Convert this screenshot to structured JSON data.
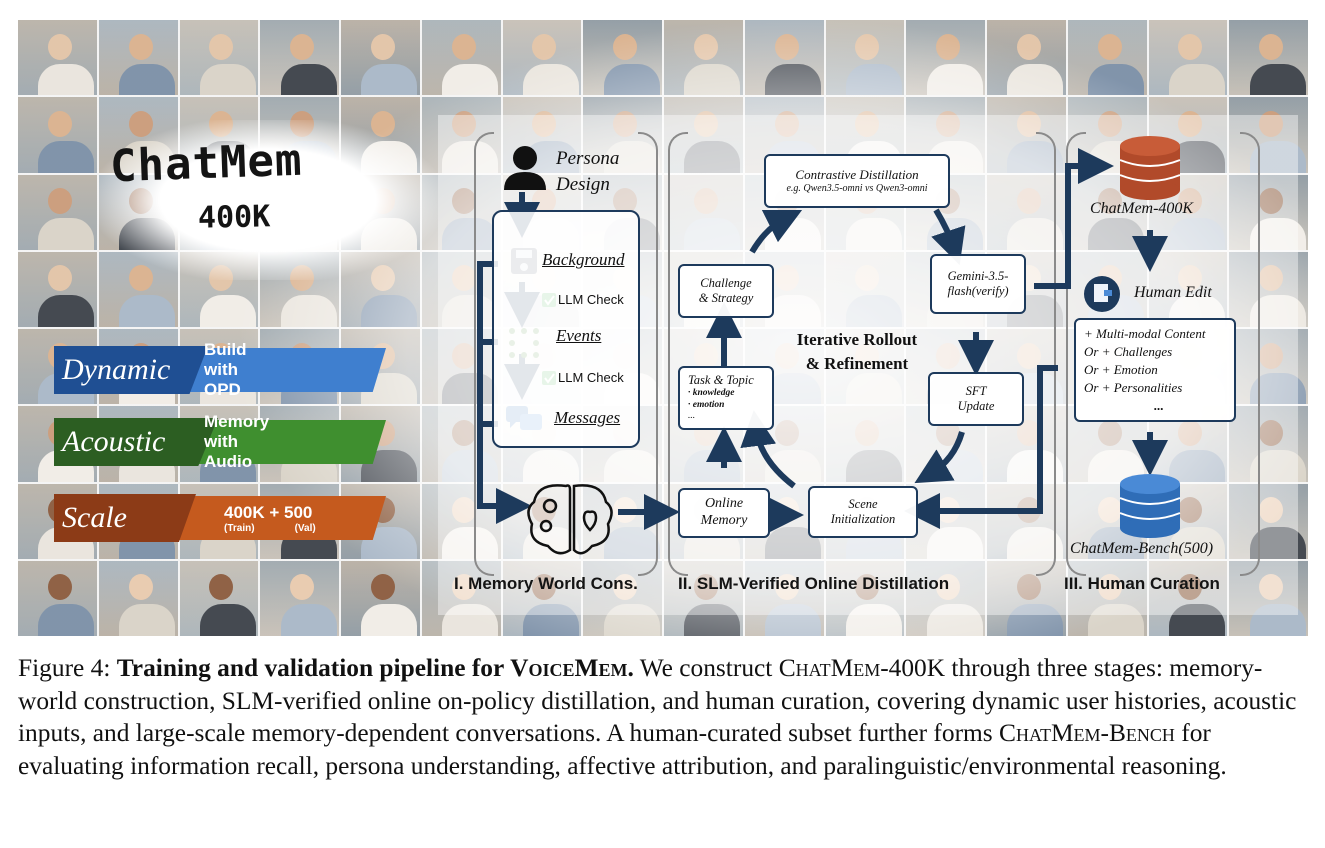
{
  "figure": {
    "logo": {
      "title": "ChatMem",
      "subtitle": "400K"
    },
    "banners": [
      {
        "tag": "Dynamic",
        "text": "Build with OPD",
        "note_left": "",
        "note_right": "",
        "color": "#3f7fcf",
        "tag_color": "#1f4f93"
      },
      {
        "tag": "Acoustic",
        "text": "Memory with Audio",
        "note_left": "",
        "note_right": "",
        "color": "#3f8f2f",
        "tag_color": "#2c5e22"
      },
      {
        "tag": "Scale",
        "text": "400K + 500",
        "note_left": "(Train)",
        "note_right": "(Val)",
        "color": "#c55a1e",
        "tag_color": "#8c3b17"
      }
    ],
    "stage1": {
      "title": "I. Memory World Cons.",
      "persona": "Persona\nDesign",
      "background": "Background",
      "llm_check_1": "LLM Check",
      "events": "Events",
      "llm_check_2": "LLM Check",
      "messages": "Messages"
    },
    "stage2": {
      "title": "II. SLM-Verified Online Distillation",
      "contrastive": "Contrastive Distillation",
      "contrastive_eg": "e.g. Qwen3.5-omni vs Qwen3-omni",
      "gemini": "Gemini-3.5-\nflash(verify)",
      "challenge": "Challenge\n& Strategy",
      "iterative": "Iterative Rollout\n& Refinement",
      "task_topic": "Task & Topic",
      "task_items": [
        "· knowledge",
        "· emotion",
        "..."
      ],
      "sft": "SFT\nUpdate",
      "online_memory": "Online\nMemory",
      "scene_init": "Scene\nInitialization"
    },
    "stage3": {
      "title": "III. Human Curation",
      "db_top": "ChatMem-400K",
      "human_edit": "Human Edit",
      "edit_items": [
        "+ Multi-modal Content",
        "Or + Challenges",
        "Or + Emotion",
        "Or + Personalities",
        "..."
      ],
      "db_bottom": "ChatMem-Bench(500)"
    },
    "colors": {
      "navy": "#1d3a5c",
      "db_top": "#b14a2a",
      "db_bottom": "#2f6db7",
      "check": "#3fae49"
    }
  },
  "caption": {
    "figure_label": "Figure 4:",
    "bold_title_prefix": "Training and validation pipeline for ",
    "bold_title_sc": "VoiceMem",
    "bold_title_suffix": ".",
    "text_1": " We construct ",
    "sc_1": "ChatMem",
    "text_2": "-400K through three stages: memory-world construction, SLM-verified online on-policy distillation, and human curation, covering dynamic user histories, acoustic inputs, and large-scale memory-dependent conversations. A human-curated subset further forms ",
    "sc_2": "ChatMem-Bench",
    "text_3": " for evaluating information recall, persona understanding, affective attribution, and paralinguistic/environmental reasoning."
  }
}
